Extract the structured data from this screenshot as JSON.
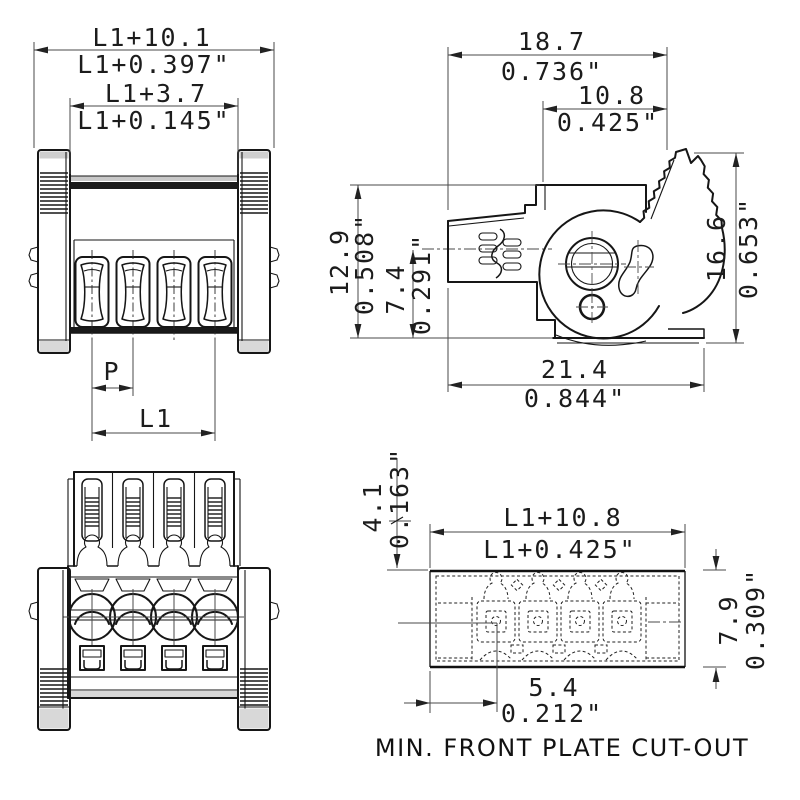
{
  "caption": "MIN. FRONT PLATE CUT-OUT",
  "front": {
    "overall_width_mm": "L1+10.1",
    "overall_width_in": "L1+0.397\"",
    "plug_width_mm": "L1+3.7",
    "plug_width_in": "L1+0.145\"",
    "pitch_label": "P",
    "length_label": "L1"
  },
  "side": {
    "width_mm": "18.7",
    "width_in": "0.736\"",
    "front_depth_mm": "10.8",
    "front_depth_in": "0.425\"",
    "body_height_mm": "12.9",
    "body_height_in": "0.508\"",
    "center_height_mm": "7.4",
    "center_height_in": "0.291\"",
    "total_height_mm": "16.6",
    "total_height_in": "0.653\"",
    "total_depth_mm": "21.4",
    "total_depth_in": "0.844\""
  },
  "cutout": {
    "top_offset_mm": "4.1",
    "top_offset_in": "0.163\"",
    "width_mm": "L1+10.8",
    "width_in": "L1+0.425\"",
    "height_mm": "7.9",
    "height_in": "0.309\"",
    "first_pole_mm": "5.4",
    "first_pole_in": "0.212\""
  }
}
